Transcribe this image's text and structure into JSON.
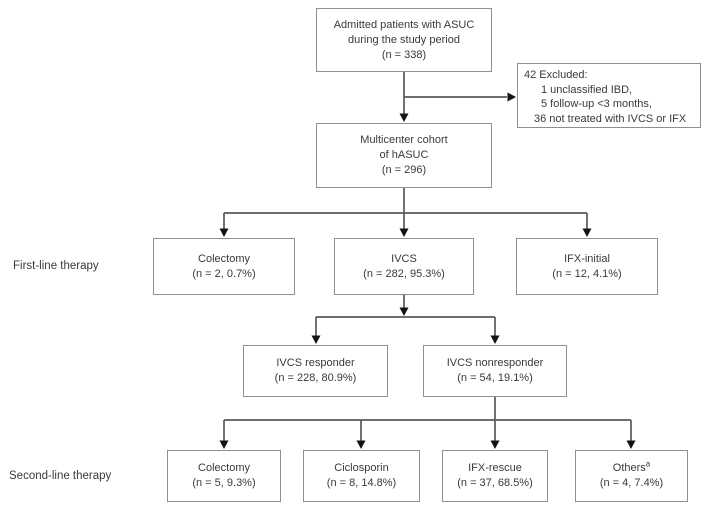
{
  "row_labels": {
    "first_line": "First-line therapy",
    "second_line": "Second-line therapy"
  },
  "boxes": {
    "admitted": {
      "lines": [
        "Admitted patients with ASUC",
        "during the study period",
        "(n = 338)"
      ]
    },
    "excluded": {
      "lines": [
        "42 Excluded:",
        "1 unclassified IBD,",
        "5 follow-up <3 months,",
        "36 not treated with IVCS or IFX"
      ]
    },
    "cohort": {
      "lines": [
        "Multicenter cohort",
        "of hASUC",
        "(n = 296)"
      ]
    },
    "colectomy_first": {
      "label": "Colectomy",
      "n": "(n = 2, 0.7%)"
    },
    "ivcs": {
      "label": "IVCS",
      "n": "(n = 282, 95.3%)"
    },
    "ifx_initial": {
      "label": "IFX-initial",
      "n": "(n = 12, 4.1%)"
    },
    "ivcs_responder": {
      "label": "IVCS responder",
      "n": "(n = 228, 80.9%)"
    },
    "ivcs_nonresponder": {
      "label": "IVCS nonresponder",
      "n": "(n = 54, 19.1%)"
    },
    "colectomy_second": {
      "label": "Colectomy",
      "n": "(n = 5, 9.3%)"
    },
    "ciclosporin": {
      "label": "Ciclosporin",
      "n": "(n = 8, 14.8%)"
    },
    "ifx_rescue": {
      "label": "IFX-rescue",
      "n": "(n = 37, 68.5%)"
    },
    "others": {
      "label": "Others",
      "superscript": "a",
      "n": "(n = 4, 7.4%)"
    }
  },
  "colors": {
    "box_border": "#8f8f8f",
    "text": "#3a3a3a",
    "line": "#5a5a5a",
    "arrowhead": "#141414"
  }
}
